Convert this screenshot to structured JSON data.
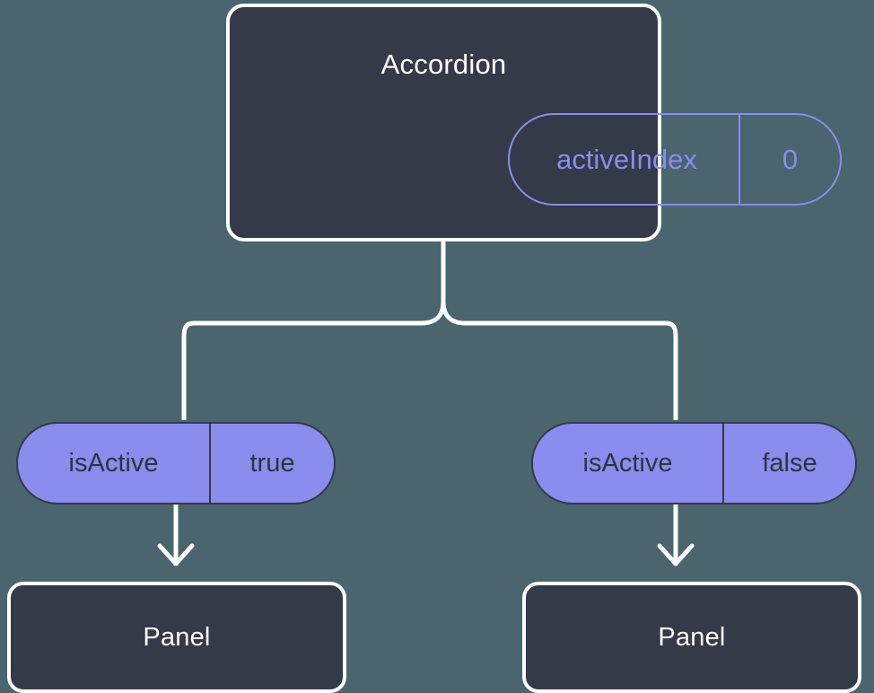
{
  "diagram": {
    "type": "component-state-tree",
    "background_color": "#4a656d",
    "node_fill": "#343a48",
    "node_border": "#ffffff",
    "accent_color": "#8a8cee",
    "edge_color": "#ffffff"
  },
  "root": {
    "title": "Accordion",
    "prop": {
      "key": "activeIndex",
      "value": "0"
    }
  },
  "branches": [
    {
      "prop": {
        "key": "isActive",
        "value": "true"
      },
      "child": {
        "title": "Panel"
      }
    },
    {
      "prop": {
        "key": "isActive",
        "value": "false"
      },
      "child": {
        "title": "Panel"
      }
    }
  ]
}
